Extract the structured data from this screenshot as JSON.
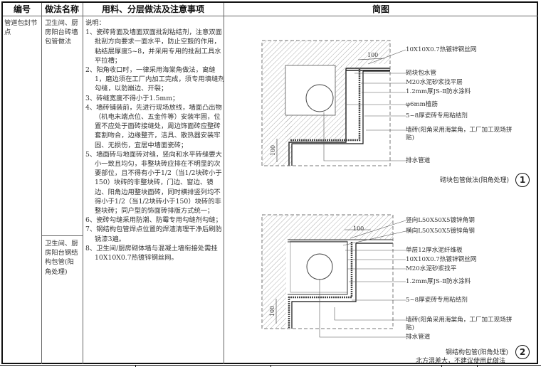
{
  "header": {
    "col_code": "编号",
    "col_name": "做法名称",
    "col_notes": "用料、分层做法及注意事项",
    "col_diagram": "简图"
  },
  "row": {
    "code": "管道包封节点",
    "methods": [
      "卫生间、厨房阳台砖墙包管做法",
      "卫生间、厨房阳台钢结构包管(阳角处理)"
    ],
    "notes_title": "说明：",
    "notes": [
      "1、瓷砖背面及墙面双面批刮粘结剂，注意双面批刮方向要求一面水平，防止空鼓的作用，粘结层厚度5~8，并采用专用的批刮工具水平拉槽；",
      "2、阳角收口时，一律采用海棠角做法，离缝1，磨边须在工厂内加工完成，须专用填缝剂勾缝，以防崩边、开裂；",
      "3、砖缝宽度不得小于1.5mm；",
      "4、墙砖铺装前，先进行现场放线，墙面凸出物（机电末端点位、五金件等）安装牢固，位置不应处于面砖接缝处，周边饰面砖应整砖套割吻合，边缘整齐，洁具、散热器安装牢固、无损伤，宜居中墙面瓷砖；",
      "5、墙面砖与地面砖对缝，竖向和水平砖缝要大小一致且均匀，非整块砖应排在不明显的次要部位，且不得有小于1/2（当1/2块砖小于150）块砖的非整块砖，门边、窗边、镜边、阳角边用整块面砖，同时横排竖列均不得小于1/2（当1/2块砖小于150）块砖的非整块砖；同户型的饰面砖排版方式统一；",
      "6、瓷砖勾缝采用防潮、防霉专用勾缝剂勾缝；",
      "7、钢结构包管焊点位置的焊渣清理干净后刷防锈漆3遍。",
      "8、卫生间/厨房砌体墙与混凝土墙衔接处需挂10X10X0.7热镀锌钢丝网。"
    ]
  },
  "diagram1": {
    "dim_top": "100",
    "dim_side": "100",
    "labels": [
      "10X10X0.7热镀锌钢丝网",
      "砌块包水管",
      "M20水泥砂浆找平层",
      "1.2mm厚JS-Ⅱ防水涂料",
      "φ6mm植筋",
      "5~8厚瓷砖专用粘结剂",
      "墙砖(阳角采用海棠角，工厂加工现场拼贴)",
      "排水管道"
    ],
    "caption": "砌块包管做法(阳角处理)",
    "number": "1"
  },
  "diagram2": {
    "dim_top": "100",
    "dim_side": "100",
    "labels": [
      "竖向L50X50X5镀锌角钢",
      "横向L50X50X5镀锌角钢",
      "单层12厚水泥纤维板",
      "10X10X0.7热镀锌钢丝网",
      "M20水泥砂浆找平",
      "1.2mm厚JS-Ⅱ防水涂料",
      "5~8厚瓷砖专用粘结剂",
      "墙砖(阳角采用海棠角，工厂加工现场拼贴)",
      "排水管道"
    ],
    "caption": "钢结构包管(阳角处理)",
    "caption_note": "北方温差大，不建议使用此做法",
    "number": "2"
  }
}
